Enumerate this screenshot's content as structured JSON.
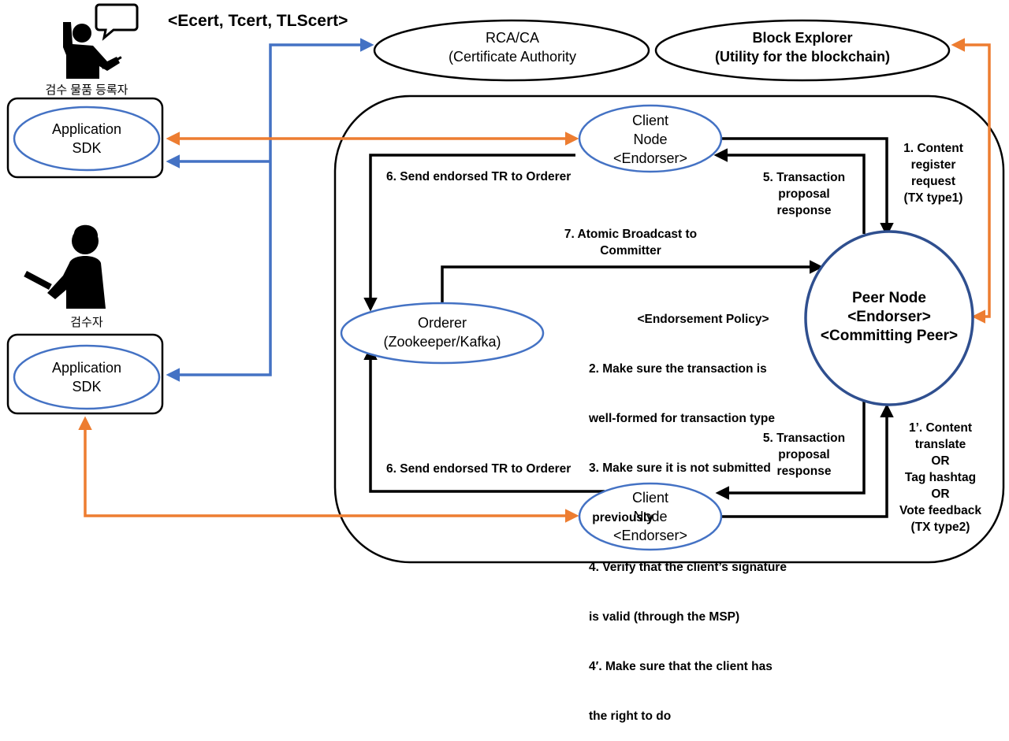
{
  "colors": {
    "blue_arrow": "#4472C4",
    "orange_arrow": "#ED7D31",
    "ellipse_border": "#4472C4",
    "peer_border": "#2F4F8F",
    "black": "#000000"
  },
  "header": {
    "certs": "<Ecert, Tcert, TLScert>"
  },
  "users": {
    "registrant": {
      "icon": "person-with-speech-bubble-icon",
      "label": "검수 물품 등록자"
    },
    "inspector": {
      "icon": "person-with-clipboard-icon",
      "label": "검수자"
    }
  },
  "nodes": {
    "app_sdk_top": {
      "line1": "Application",
      "line2": "SDK"
    },
    "app_sdk_bottom": {
      "line1": "Application",
      "line2": "SDK"
    },
    "rca": {
      "line1": "RCA/CA",
      "line2": "(Certificate Authority"
    },
    "explorer": {
      "line1": "Block Explorer",
      "line2": "(Utility for the blockchain)"
    },
    "client_top": {
      "line1": "Client",
      "line2": "Node",
      "line3": "<Endorser>"
    },
    "client_bottom": {
      "line1": "Client",
      "line2": "Node",
      "line3": "<Endorser>"
    },
    "orderer": {
      "line1": "Orderer",
      "line2": "(Zookeeper/Kafka)"
    },
    "peer": {
      "line1": "Peer Node",
      "line2": "<Endorser>",
      "line3": "<Committing Peer>"
    }
  },
  "labels": {
    "send_top": "6. Send endorsed TR to Orderer",
    "send_bottom": "6. Send endorsed TR to Orderer",
    "resp_top": [
      "5. Transaction",
      "proposal",
      "response"
    ],
    "resp_bottom": [
      "5. Transaction",
      "proposal",
      "response"
    ],
    "atomic": [
      "7. Atomic Broadcast to",
      "Committer"
    ],
    "content_register": [
      "1. Content",
      "register",
      "request",
      "(TX type1)"
    ],
    "content_translate": [
      "1’. Content",
      "translate",
      "OR",
      "Tag hashtag",
      "OR",
      "Vote feedback",
      "(TX type2)"
    ]
  },
  "policy": {
    "title": "<Endorsement Policy>",
    "lines": [
      "2. Make sure the transaction is",
      "well-formed for transaction type",
      "3. Make sure it is not submitted",
      " previously",
      "4. Verify that the client’s signature",
      "is valid (through the MSP)",
      "4′. Make sure that the client has",
      "the right to do"
    ]
  }
}
